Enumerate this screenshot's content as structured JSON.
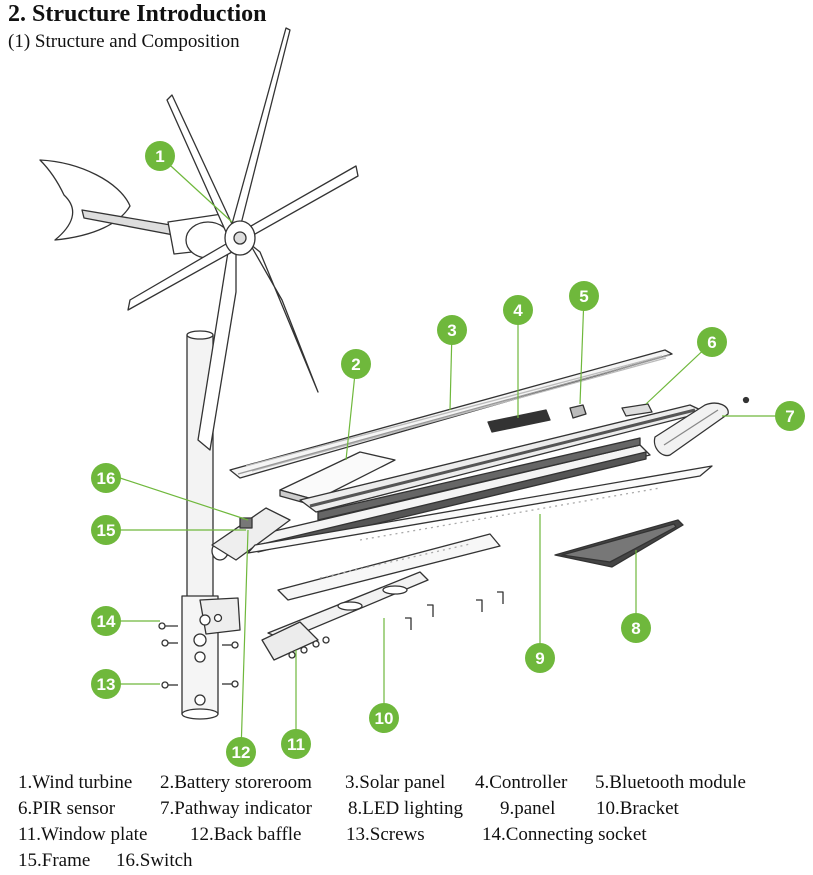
{
  "heading": "2. Structure Introduction",
  "subheading": "(1) Structure and Composition",
  "accent_color": "#6fb83c",
  "callouts": [
    "1",
    "2",
    "3",
    "4",
    "5",
    "6",
    "7",
    "8",
    "9",
    "10",
    "11",
    "12",
    "13",
    "14",
    "15",
    "16"
  ],
  "legend": {
    "c1": "1.Wind turbine",
    "c2": "2.Battery storeroom",
    "c3": "3.Solar panel",
    "c4": "4.Controller",
    "c5": "5.Bluetooth module",
    "c6": "6.PIR sensor",
    "c7": "7.Pathway indicator",
    "c8": "8.LED lighting",
    "c9": "9.panel",
    "c10": "10.Bracket",
    "c11": "11.Window plate",
    "c12": "12.Back baffle",
    "c13": "13.Screws",
    "c14": "14.Connecting socket",
    "c15": "15.Frame",
    "c16": "16.Switch"
  }
}
